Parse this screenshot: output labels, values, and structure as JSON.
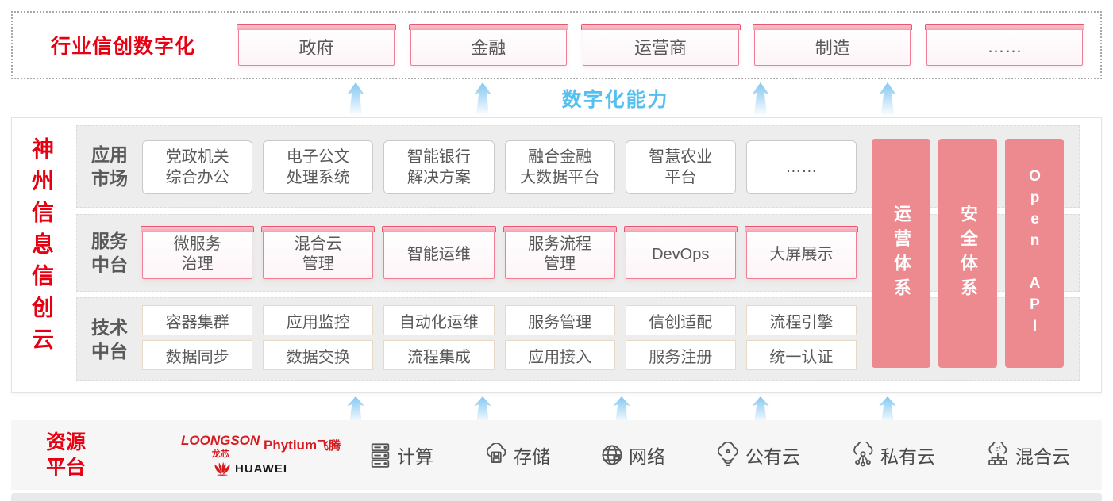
{
  "top_banner": {
    "label": "行业信创数字化",
    "items": [
      "政府",
      "金融",
      "运营商",
      "制造",
      "……"
    ]
  },
  "capability_label": "数字化能力",
  "platform": {
    "title_vertical": "神州信息信创云",
    "app_row": {
      "label": "应用\n市场",
      "items": [
        "党政机关\n综合办公",
        "电子公文\n处理系统",
        "智能银行\n解决方案",
        "融合金融\n大数据平台",
        "智慧农业\n平台",
        "……"
      ]
    },
    "service_row": {
      "label": "服务\n中台",
      "items": [
        "微服务\n治理",
        "混合云\n管理",
        "智能运维",
        "服务流程\n管理",
        "DevOps",
        "大屏展示"
      ]
    },
    "tech_row": {
      "label": "技术\n中台",
      "items_top": [
        "容器集群",
        "应用监控",
        "自动化运维",
        "服务管理",
        "信创适配",
        "流程引擎"
      ],
      "items_bottom": [
        "数据同步",
        "数据交换",
        "流程集成",
        "应用接入",
        "服务注册",
        "统一认证"
      ]
    },
    "side_bars": [
      {
        "label": "运营体系"
      },
      {
        "label": "安全体系"
      },
      {
        "label": "Open API"
      }
    ]
  },
  "resource": {
    "label": "资源\n平台",
    "vendors": {
      "loongson_en": "LOONGSON",
      "loongson_cn": "龙芯",
      "phytium_en": "Phytium",
      "phytium_cn": "飞腾",
      "huawei": "HUAWEI"
    },
    "items": [
      {
        "icon": "compute-server-icon",
        "label": "计算"
      },
      {
        "icon": "storage-cloud-icon",
        "label": "存储"
      },
      {
        "icon": "network-globe-icon",
        "label": "网络"
      },
      {
        "icon": "public-cloud-icon",
        "label": "公有云"
      },
      {
        "icon": "private-cloud-icon",
        "label": "私有云"
      },
      {
        "icon": "hybrid-cloud-icon",
        "label": "混合云"
      }
    ]
  },
  "colors": {
    "brand_red": "#e60012",
    "pink_bar": "#ed8a90",
    "box_border_pink": "#ef7f95",
    "band_gray": "#ededed",
    "text_gray": "#595959",
    "capability_blue": "#54c0ef"
  }
}
